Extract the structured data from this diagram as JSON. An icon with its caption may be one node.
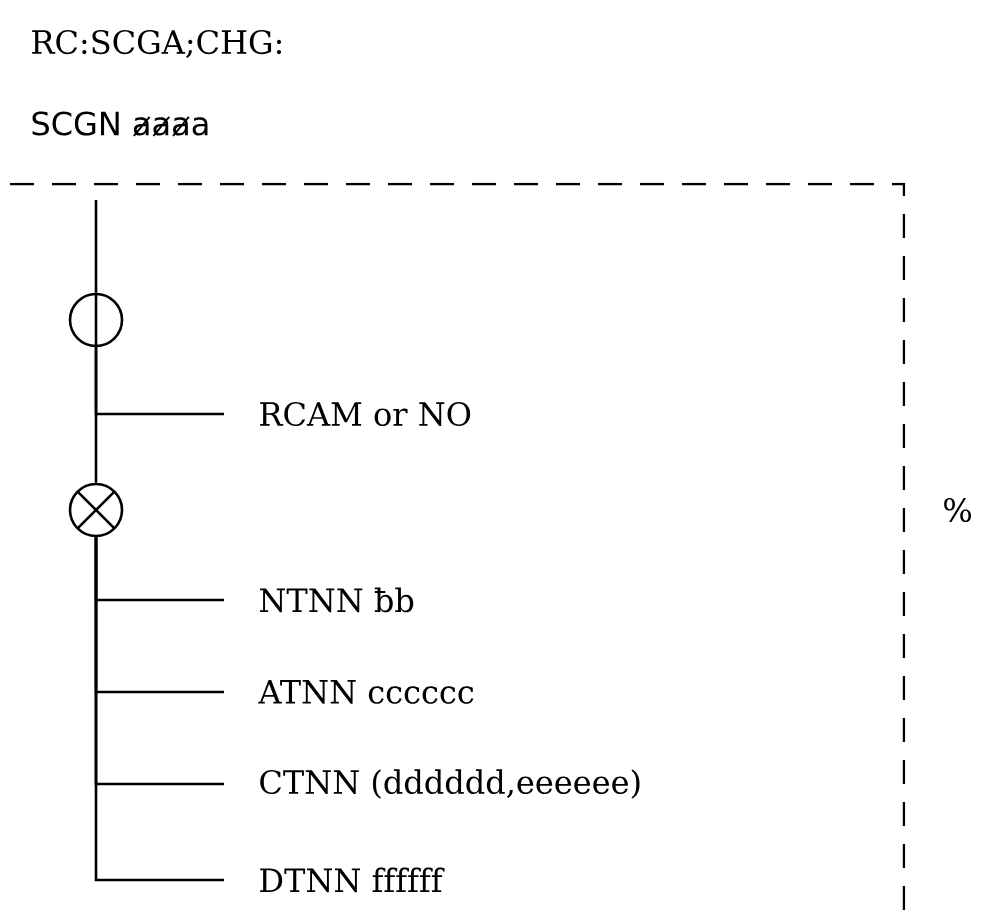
{
  "diagram": {
    "nodes": [
      {
        "text": [],
        "shape": "circle"
      },
      {
        "text": [
          "RCAM or NO"
        ]
      },
      {
        "text": [],
        "shape": "circle"
      },
      {
        "text": [
          "NTNN ƀb"
        ]
      },
      {
        "text": [
          "ATNN cccccc"
        ]
      },
      {
        "text": [
          "CTNN (dddddd,eeeeee)"
        ]
      },
      {
        "text": [
          "DTNN ffffff"
        ]
      }
    ],
    "edges": [
      {
        "from": null,
        "to": 0,
        "arrow": "none"
      },
      {
        "from": 0,
        "to": 1,
        "arrow": "none"
      },
      {
        "from": 0,
        "to": 2,
        "arrow": "none"
      },
      {
        "from": 2,
        "to": 3,
        "arrow": "none"
      },
      {
        "from": 2,
        "to": 4,
        "arrow": "none"
      },
      {
        "from": 2,
        "to": 5,
        "arrow": "none"
      },
      {
        "from": 2,
        "to": 6,
        "arrow": "none"
      }
    ],
    "labels": [
      "RC:SCGA;CHG:",
      "SCGN ⱥⱥⱥa",
      "%"
    ]
  }
}
